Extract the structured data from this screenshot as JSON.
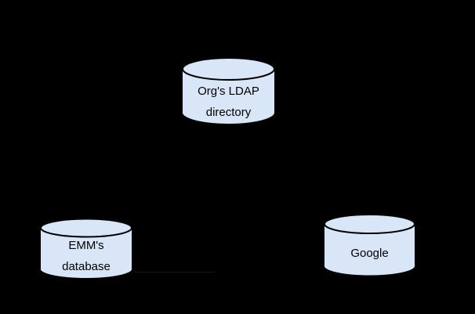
{
  "diagram": {
    "background_color": "#000000",
    "cylinder_fill": "#d9e6f8",
    "cylinder_stroke": "#000000",
    "label_color": "#000000",
    "faint_connector_color": "#161616",
    "nodes": {
      "ldap": {
        "label_line1": "Org's LDAP",
        "label_line2": "directory"
      },
      "emm": {
        "label_line1": "EMM's",
        "label_line2": "database"
      },
      "google": {
        "label_line1": "Google"
      }
    },
    "connectors": [
      {
        "from": "emm",
        "to": "google",
        "style": "faint-horizontal-line"
      }
    ]
  }
}
